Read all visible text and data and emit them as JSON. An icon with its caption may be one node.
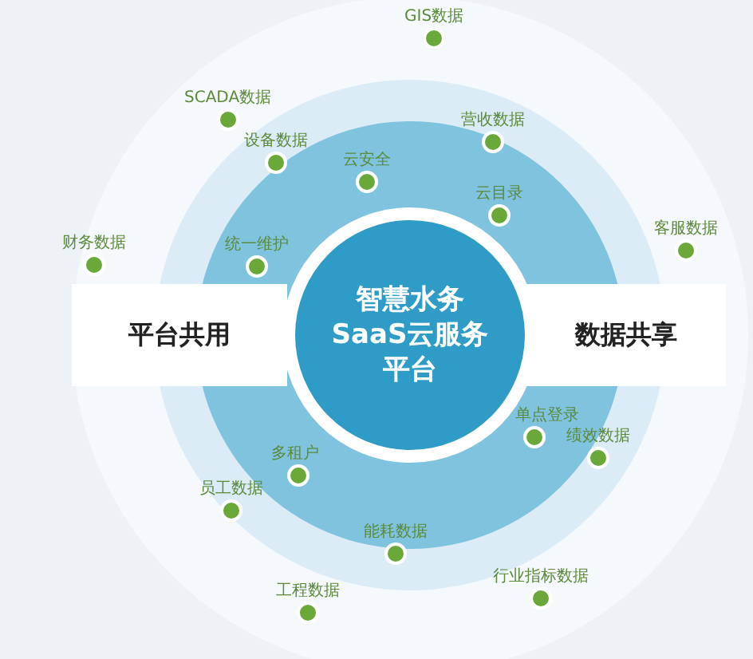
{
  "diagram": {
    "nodes": [
      {
        "text": [],
        "shape": "circle",
        "beside": [
          "GIS数据"
        ]
      },
      {
        "text": [],
        "shape": "circle",
        "beside": [
          "SCADA数据"
        ]
      },
      {
        "text": [],
        "shape": "circle",
        "beside": [
          "营收数据"
        ]
      },
      {
        "text": [],
        "shape": "circle",
        "beside": [
          "设备数据"
        ]
      },
      {
        "text": [],
        "shape": "circle",
        "beside": [
          "云安全"
        ]
      },
      {
        "text": [],
        "shape": "circle",
        "beside": [
          "云目录"
        ]
      },
      {
        "text": [],
        "shape": "circle",
        "beside": [
          "客服数据"
        ]
      },
      {
        "text": [],
        "shape": "circle",
        "beside": [
          "财务数据"
        ]
      },
      {
        "text": [],
        "shape": "circle",
        "beside": [
          "统一维护"
        ]
      },
      {
        "text": [
          "平台共用"
        ]
      },
      {
        "text": [
          "智慧水务SaaS云服务平台"
        ]
      },
      {
        "text": [
          "数据共享"
        ]
      },
      {
        "text": [],
        "shape": "circle",
        "beside": [
          "单点登录"
        ]
      },
      {
        "text": [],
        "shape": "circle",
        "beside": [
          "绩效数据"
        ]
      },
      {
        "text": [],
        "shape": "circle",
        "beside": [
          "多租户"
        ]
      },
      {
        "text": [],
        "shape": "circle",
        "beside": [
          "员工数据"
        ]
      },
      {
        "text": [],
        "shape": "circle",
        "beside": [
          "能耗数据"
        ]
      },
      {
        "text": [],
        "shape": "circle",
        "beside": [
          "行业指标数据"
        ]
      },
      {
        "text": [],
        "shape": "circle",
        "beside": [
          "工程数据"
        ]
      }
    ]
  }
}
